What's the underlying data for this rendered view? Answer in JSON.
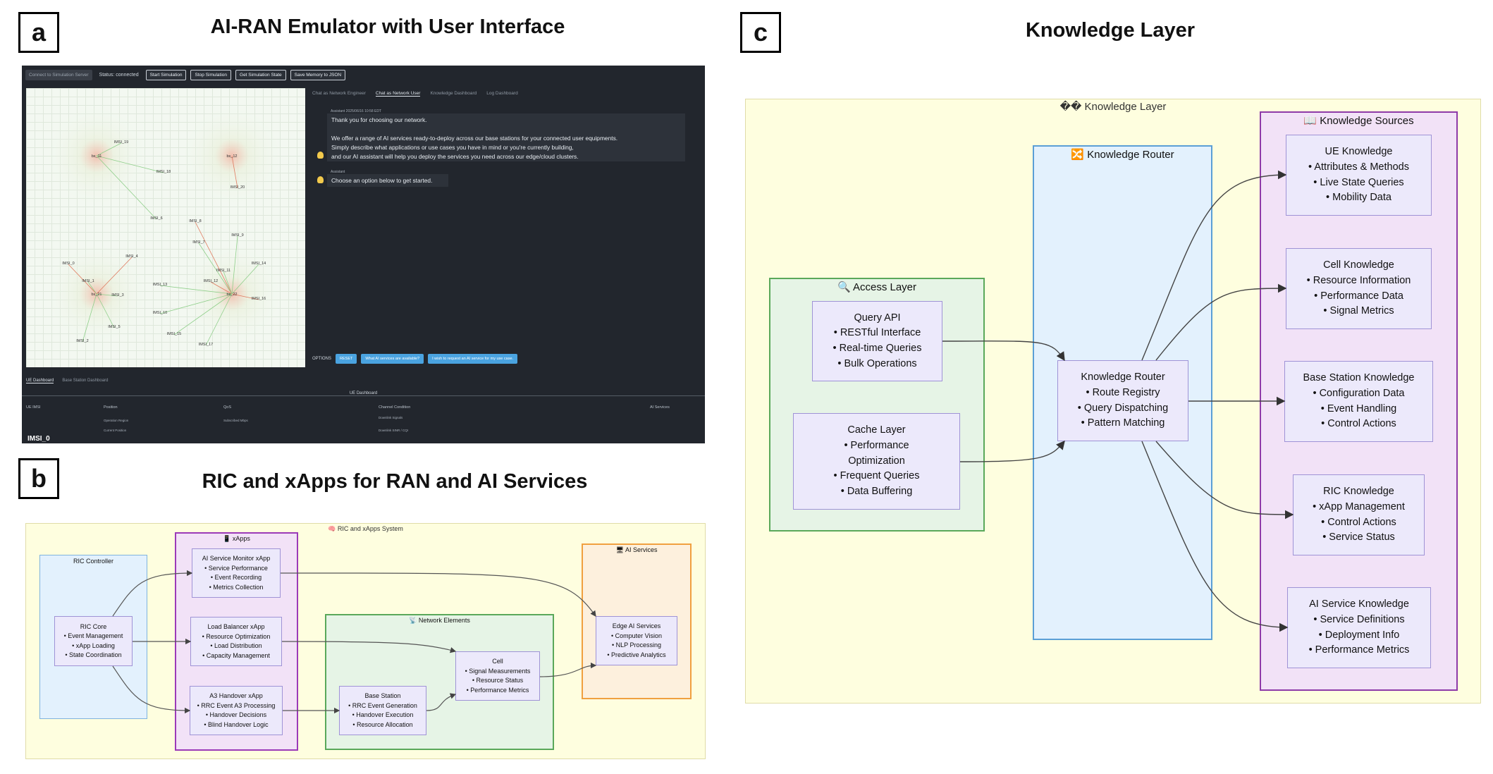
{
  "panel_a": {
    "letter": "a",
    "title": "AI-RAN Emulator with User Interface",
    "topbar": {
      "server_chip": "Connect to Simulation Server",
      "status": "Status: connected",
      "buttons": [
        "Start Simulation",
        "Stop Simulation",
        "Get Simulation State",
        "Save Memory to JSON"
      ]
    },
    "chat_tabs": [
      "Chat as Network Engineer",
      "Chat as Network User",
      "Knowledge Dashboard",
      "Log Dashboard"
    ],
    "messages": [
      {
        "meta": "Assistant 2025/06/16 10:58 EDT",
        "text": "Thank you for choosing our network.\n\nWe offer a range of AI services ready-to-deploy across our base stations for your connected user equipments.\nSimply describe what applications or use cases you have in mind or you're currently building,\nand our AI assistant will help you deploy the services you need across our edge/cloud clusters."
      },
      {
        "meta": "Assistant",
        "text": "Choose an option below to get started."
      }
    ],
    "options_label": "OPTIONS",
    "options": [
      "RESET",
      "What AI services are available?",
      "I wish to request an AI service for my use case."
    ],
    "dashboard_tabs": [
      "UE Dashboard",
      "Base Station Dashboard"
    ],
    "dashboard_title": "UE Dashboard",
    "table_headers": [
      "UE IMSI",
      "Position",
      "QoS",
      "Channel Condition",
      "AI Services"
    ],
    "table_cells": [
      "Operation Region",
      "Subscribed Mbps",
      "Downlink Signals",
      "Current Position",
      "Downlink SINR / CQI"
    ],
    "bottom_label": "IMSI_0",
    "map_labels": [
      "bs_11",
      "bs_12",
      "bs_21",
      "bs_22",
      "IMSI_0",
      "IMSI_1",
      "IMSI_2",
      "IMSI_3",
      "IMSI_4",
      "IMSI_5",
      "IMSI_6",
      "IMSI_7",
      "IMSI_8",
      "IMSI_9",
      "IMSI_10",
      "IMSI_11",
      "IMSI_12",
      "IMSI_13",
      "IMSI_14",
      "IMSI_15",
      "IMSI_16",
      "IMSI_17",
      "IMSI_18",
      "IMSI_19",
      "IMSI_20"
    ]
  },
  "panel_b": {
    "letter": "b",
    "title": "RIC and xApps for RAN and AI Services",
    "system_label": "🧠 RIC and xApps System",
    "groups": {
      "ric_controller": "RIC Controller",
      "xapps": "📱 xApps",
      "network_elements": "📡 Network Elements",
      "ai_services": "🖥 AI Services"
    },
    "nodes": {
      "ric_core": [
        "RIC Core",
        "• Event Management",
        "• xApp Loading",
        "• State Coordination"
      ],
      "ai_monitor": [
        "AI Service Monitor xApp",
        "• Service Performance",
        "• Event Recording",
        "• Metrics Collection"
      ],
      "load_balancer": [
        "Load Balancer xApp",
        "• Resource Optimization",
        "• Load Distribution",
        "• Capacity Management"
      ],
      "a3_handover": [
        "A3 Handover xApp",
        "• RRC Event A3 Processing",
        "• Handover Decisions",
        "• Blind Handover Logic"
      ],
      "base_station": [
        "Base Station",
        "• RRC Event Generation",
        "• Handover Execution",
        "• Resource Allocation"
      ],
      "cell": [
        "Cell",
        "• Signal Measurements",
        "• Resource Status",
        "• Performance Metrics"
      ],
      "edge_ai": [
        "Edge AI Services",
        "• Computer Vision",
        "• NLP Processing",
        "• Predictive Analytics"
      ]
    }
  },
  "panel_c": {
    "letter": "c",
    "title": "Knowledge Layer",
    "layer_label": "�� Knowledge Layer",
    "groups": {
      "access_layer": "🔍 Access Layer",
      "knowledge_router": "🔀 Knowledge Router",
      "knowledge_sources": "📖 Knowledge Sources"
    },
    "nodes": {
      "query_api": [
        "Query API",
        "• RESTful Interface",
        "• Real-time Queries",
        "• Bulk Operations"
      ],
      "cache_layer": [
        "Cache Layer",
        "• Performance",
        "Optimization",
        "• Frequent Queries",
        "• Data Buffering"
      ],
      "router": [
        "Knowledge Router",
        "• Route Registry",
        "• Query Dispatching",
        "• Pattern Matching"
      ],
      "ue_knowledge": [
        "UE Knowledge",
        "• Attributes & Methods",
        "• Live State Queries",
        "• Mobility Data"
      ],
      "cell_knowledge": [
        "Cell Knowledge",
        "• Resource Information",
        "• Performance Data",
        "• Signal Metrics"
      ],
      "bs_knowledge": [
        "Base Station Knowledge",
        "• Configuration Data",
        "• Event Handling",
        "• Control Actions"
      ],
      "ric_knowledge": [
        "RIC Knowledge",
        "• xApp Management",
        "• Control Actions",
        "• Service Status"
      ],
      "ai_knowledge": [
        "AI Service Knowledge",
        "• Service Definitions",
        "• Deployment Info",
        "• Performance Metrics"
      ]
    }
  },
  "colors": {
    "layer_yellow": "#fefedf",
    "node_purple": "#ece9fb",
    "node_border": "#9f93d6",
    "ric_blue": "#e3f1fd",
    "xapps_purple": "#f2e2f7",
    "net_green": "#e6f4e6",
    "ai_orange": "#fdf0dd"
  }
}
